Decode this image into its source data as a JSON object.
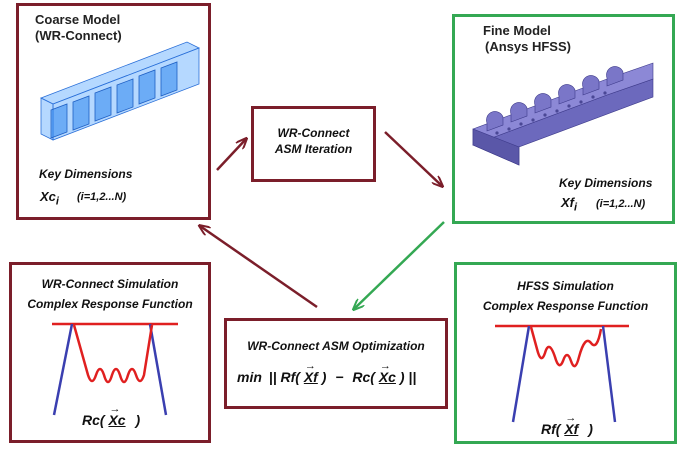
{
  "coarse_box": {
    "title_line1": "Coarse Model",
    "title_line2": "(WR-Connect)",
    "key_dims_label": "Key Dimensions",
    "var_base": "Xc",
    "var_sub": "i",
    "range": "(i=1,2...N)"
  },
  "fine_box": {
    "title_line1": "Fine Model",
    "title_line2": "(Ansys HFSS)",
    "key_dims_label": "Key Dimensions",
    "var_base": "Xf",
    "var_sub": "i",
    "range": "(i=1,2...N)"
  },
  "asm_iteration_box": {
    "line1": "WR-Connect",
    "line2": "ASM Iteration"
  },
  "wr_sim_box": {
    "line1": "WR-Connect Simulation",
    "line2": "Complex Response Function",
    "fn_name": "Rc(",
    "fn_arg": "Xc",
    "fn_close": ")"
  },
  "hfss_sim_box": {
    "line1": "HFSS Simulation",
    "line2": "Complex Response Function",
    "fn_name": "Rf(",
    "fn_arg": "Xf",
    "fn_close": ")"
  },
  "asm_opt_box": {
    "title": "WR-Connect ASM Optimization",
    "eq_min": "min",
    "eq_bars_open": "||",
    "eq_rf": "Rf(",
    "eq_xf": "Xf",
    "eq_close1": ")",
    "eq_minus": "−",
    "eq_rc": "Rc(",
    "eq_xc": "Xc",
    "eq_close2": ")",
    "eq_bars_close": "||"
  },
  "colors": {
    "maroon": "#7b1e2a",
    "green": "#34a853",
    "response_red": "#e02020",
    "response_blue": "#3a3fb0"
  }
}
